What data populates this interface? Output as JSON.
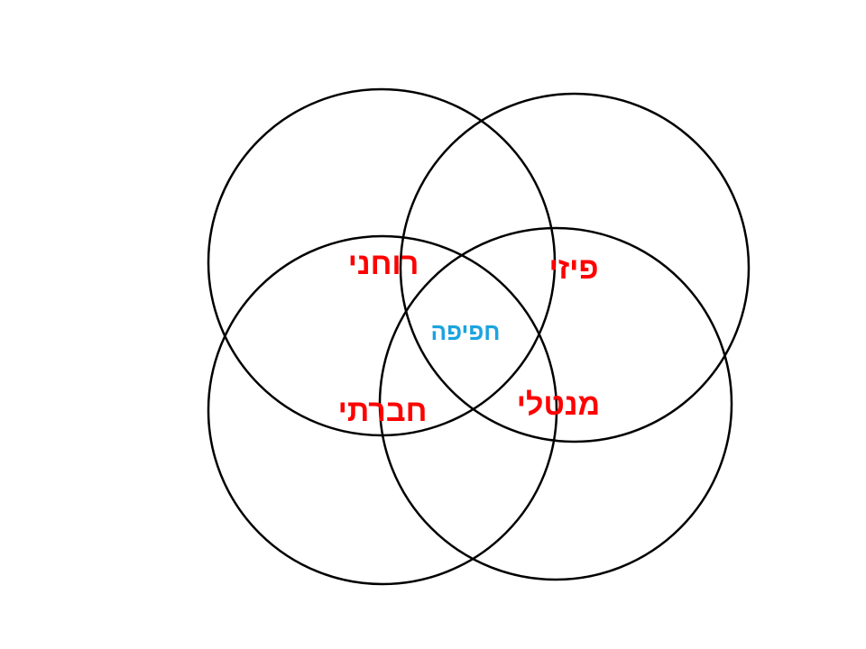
{
  "diagram": {
    "labels": {
      "spiritual": "רוחני",
      "physical": "פיזי",
      "social": "חברתי",
      "mental": "מנטלי",
      "overlap": "חפיפה"
    },
    "colors": {
      "outer_label": "#ff0000",
      "center_label": "#1aa3e0",
      "circle_stroke": "#000000",
      "background": "#ffffff"
    }
  }
}
